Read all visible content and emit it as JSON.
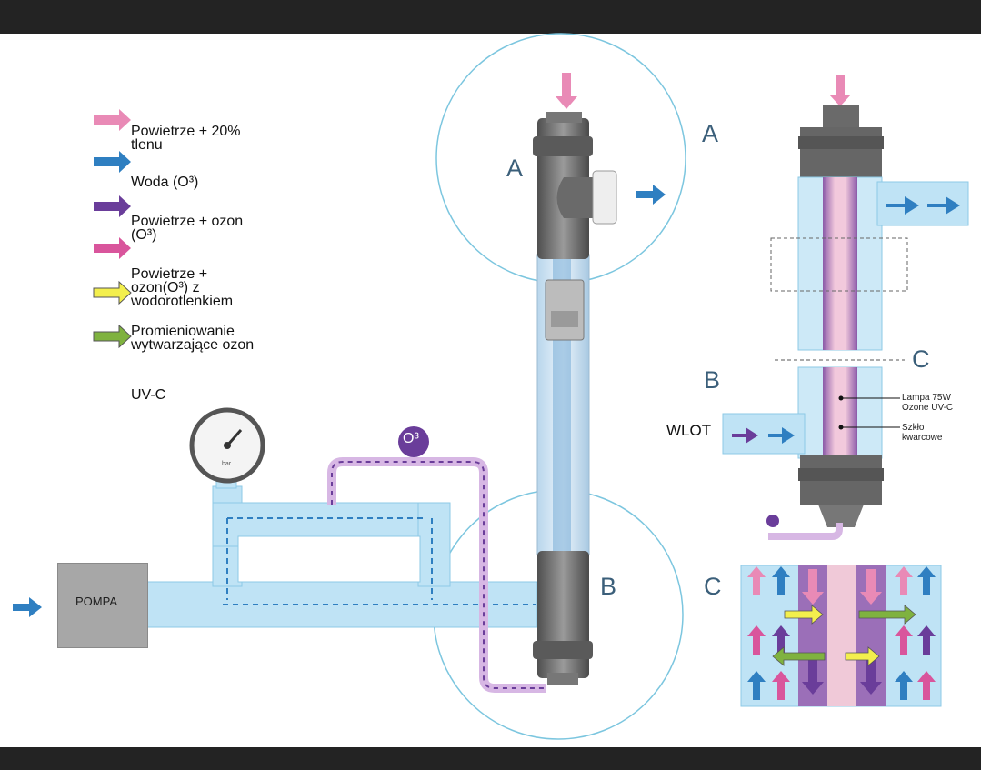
{
  "legend": [
    {
      "color": "#e98ab6",
      "text": "Powietrze + 20%\ntlenu",
      "icon": "pink-arrow-icon"
    },
    {
      "color": "#2f7fc1",
      "text": "Woda (O³)",
      "icon": "blue-arrow-icon"
    },
    {
      "color": "#6a3d9a",
      "text": "Powietrze + ozon\n(O³)",
      "icon": "purple-arrow-icon"
    },
    {
      "color": "#d9559c",
      "text": "Powietrze +\nozon(O³) z\nwodorotlenkiem",
      "icon": "magenta-arrow-icon"
    },
    {
      "color": "#f3ef4d",
      "text": "Promieniowanie\nwytwarzające ozon",
      "icon": "yellow-arrow-icon"
    },
    {
      "color": "#7fb23f",
      "text": "",
      "icon": "green-arrow-icon"
    }
  ],
  "uvc_label": "UV-C",
  "pump_label": "POMPA",
  "ozone_badge": "O³",
  "labels": {
    "a_main": "A",
    "a_right": "A",
    "b_main": "B",
    "b_right": "B",
    "c_top": "C",
    "c_bottom": "C",
    "wlot": "WLOT",
    "lamp": "Lampa 75W\nOzone UV-C",
    "glass": "Szkło\nkwarcowe",
    "gauge": "bar"
  },
  "colors": {
    "water": "#bfe3f5",
    "water_edge": "#8cc9e6",
    "pipe_gray": "#6e6e6e",
    "circle": "#7cc6df",
    "label_blue": "#3b5f7a"
  }
}
